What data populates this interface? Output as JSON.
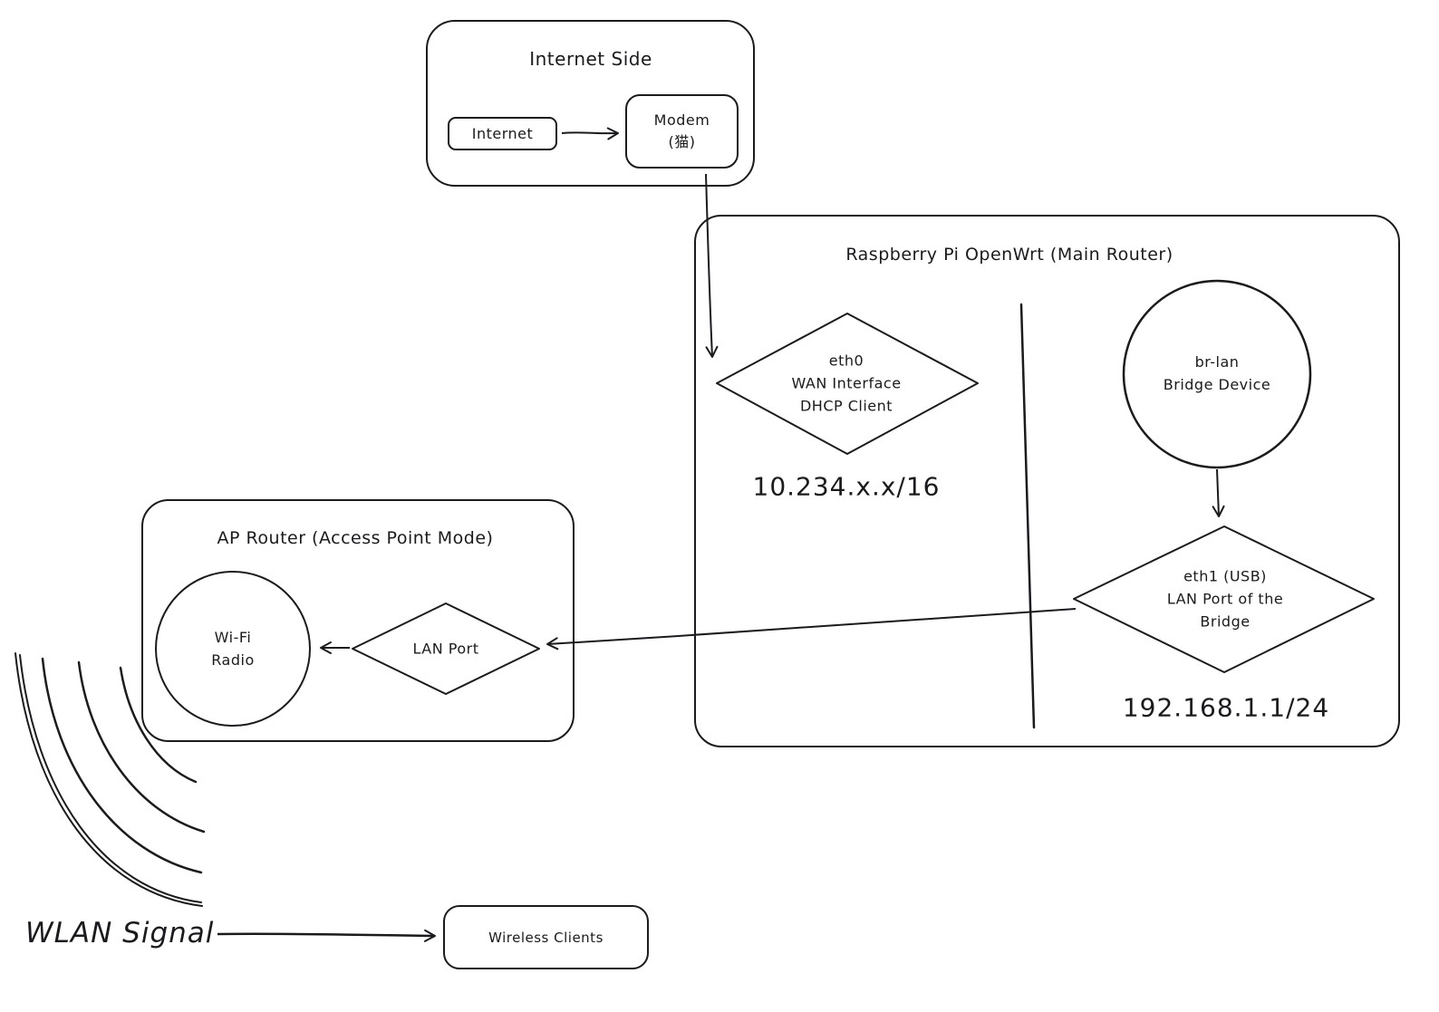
{
  "diagram": {
    "internet_side": {
      "title": "Internet Side",
      "internet": {
        "label": "Internet"
      },
      "modem": {
        "lines": [
          "Modem",
          "(猫)"
        ]
      }
    },
    "main_router": {
      "title": "Raspberry Pi OpenWrt (Main Router)",
      "eth0": {
        "lines": [
          "eth0",
          "WAN Interface",
          "DHCP Client"
        ],
        "subnet": "10.234.x.x/16"
      },
      "br_lan": {
        "lines": [
          "br-lan",
          "Bridge Device"
        ]
      },
      "eth1": {
        "lines": [
          "eth1 (USB)",
          "LAN Port of the",
          "Bridge"
        ],
        "subnet": "192.168.1.1/24"
      }
    },
    "ap_router": {
      "title": "AP Router (Access Point Mode)",
      "wifi_radio": {
        "lines": [
          "Wi-Fi",
          "Radio"
        ]
      },
      "lan_port": {
        "label": "LAN Port"
      }
    },
    "wlan": {
      "label": "WLAN Signal"
    },
    "wireless_clients": {
      "label": "Wireless Clients"
    },
    "colors": {
      "stroke": "#1b1b1f",
      "background": "#ffffff"
    }
  }
}
